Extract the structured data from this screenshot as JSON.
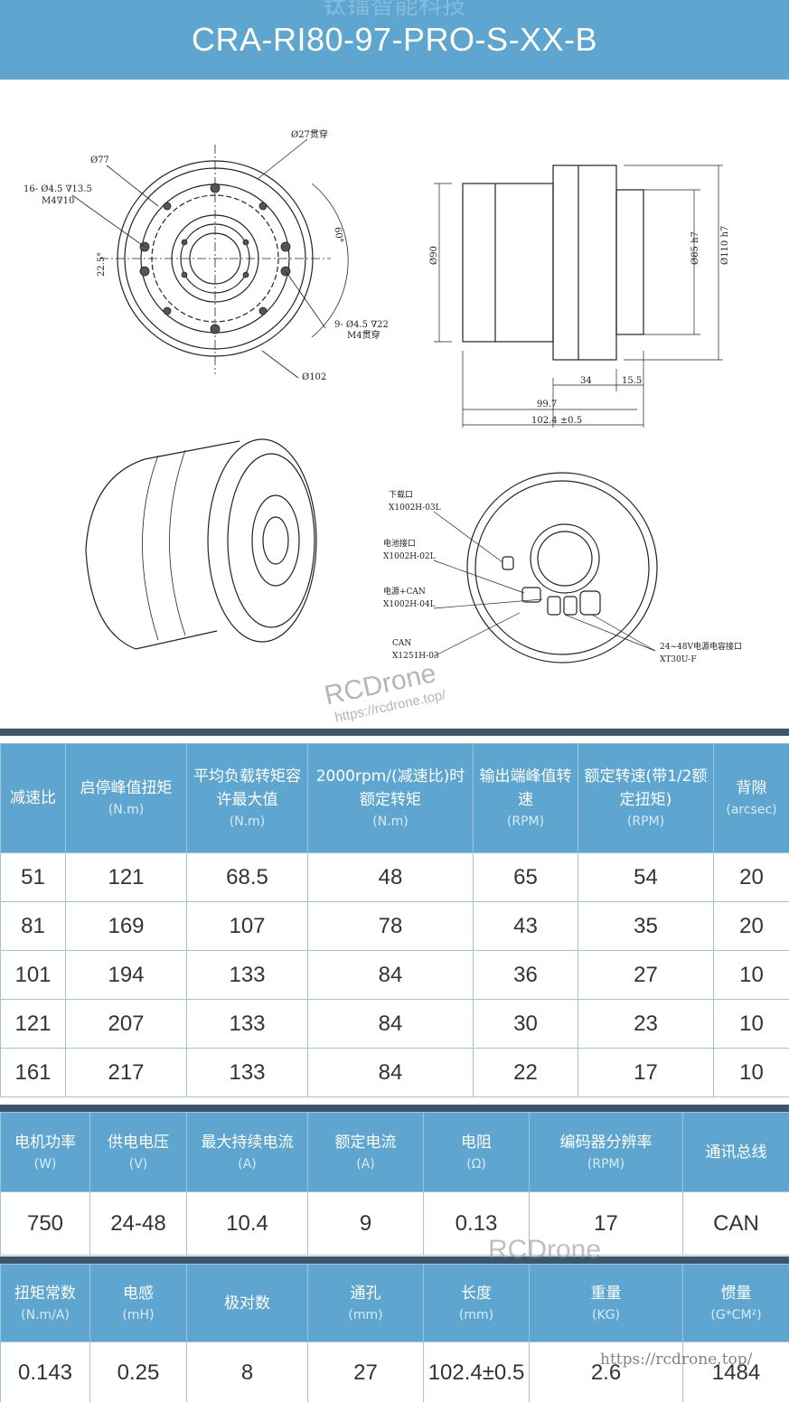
{
  "header": {
    "title": "CRA-RI80-97-PRO-S-XX-B",
    "watermark": "钛镭智能科技"
  },
  "drawing": {
    "labels": {
      "d27": "Ø27贯穿",
      "d77": "Ø77",
      "holes16": "16- Ø4.5 ∇13.5",
      "m4_10": "M4∇10",
      "ang22": "22.5°",
      "ang60": "60°",
      "holes9": "9- Ø4.5 ∇22",
      "m4thru": "M4贯穿",
      "d102": "Ø102",
      "d90": "Ø90",
      "d85": "Ø85 h7",
      "d110": "Ø110 h7",
      "dim34": "34",
      "dim155": "15.5",
      "dim997": "99.7",
      "dim1024": "102.4 ±0.5",
      "c1a": "下载口",
      "c1b": "X1002H-03L",
      "c2a": "电池接口",
      "c2b": "X1002H-02L",
      "c3a": "电源+CAN",
      "c3b": "X1002H-04L",
      "c4a": "CAN",
      "c4b": "X1251H-03",
      "c5a": "24~48V电源电容接口",
      "c5b": "XT30U-F"
    }
  },
  "watermarks": {
    "brand": "RCDrone",
    "url": "https://rcdrone.top/"
  },
  "table1": {
    "headers": [
      {
        "label": "减速比",
        "unit": ""
      },
      {
        "label": "启停峰值扭矩",
        "unit": "(N.m)"
      },
      {
        "label": "平均负载转矩容许最大值",
        "unit": "(N.m)"
      },
      {
        "label": "2000rpm/(减速比)时额定转矩",
        "unit": "(N.m)"
      },
      {
        "label": "输出端峰值转速",
        "unit": "(RPM)"
      },
      {
        "label": "额定转速(带1/2额定扭矩)",
        "unit": "(RPM)"
      },
      {
        "label": "背隙",
        "unit": "(arcsec)"
      }
    ],
    "rows": [
      [
        "51",
        "121",
        "68.5",
        "48",
        "65",
        "54",
        "20"
      ],
      [
        "81",
        "169",
        "107",
        "78",
        "43",
        "35",
        "20"
      ],
      [
        "101",
        "194",
        "133",
        "84",
        "36",
        "27",
        "10"
      ],
      [
        "121",
        "207",
        "133",
        "84",
        "30",
        "23",
        "10"
      ],
      [
        "161",
        "217",
        "133",
        "84",
        "22",
        "17",
        "10"
      ]
    ]
  },
  "table2": {
    "headers": [
      {
        "label": "电机功率",
        "unit": "(W)"
      },
      {
        "label": "供电电压",
        "unit": "(V)"
      },
      {
        "label": "最大持续电流",
        "unit": "(A)"
      },
      {
        "label": "额定电流",
        "unit": "(A)"
      },
      {
        "label": "电阻",
        "unit": "(Ω)"
      },
      {
        "label": "编码器分辨率",
        "unit": "(RPM)"
      },
      {
        "label": "通讯总线",
        "unit": ""
      }
    ],
    "rows": [
      [
        "750",
        "24-48",
        "10.4",
        "9",
        "0.13",
        "17",
        "CAN"
      ]
    ]
  },
  "table3": {
    "headers": [
      {
        "label": "扭矩常数",
        "unit": "(N.m/A)"
      },
      {
        "label": "电感",
        "unit": "(mH)"
      },
      {
        "label": "极对数",
        "unit": ""
      },
      {
        "label": "通孔",
        "unit": "(mm)"
      },
      {
        "label": "长度",
        "unit": "(mm)"
      },
      {
        "label": "重量",
        "unit": "(KG)"
      },
      {
        "label": "惯量",
        "unit": "(G*CM²)"
      }
    ],
    "rows": [
      [
        "0.143",
        "0.25",
        "8",
        "27",
        "102.4±0.5",
        "2.6",
        "1484"
      ]
    ]
  }
}
